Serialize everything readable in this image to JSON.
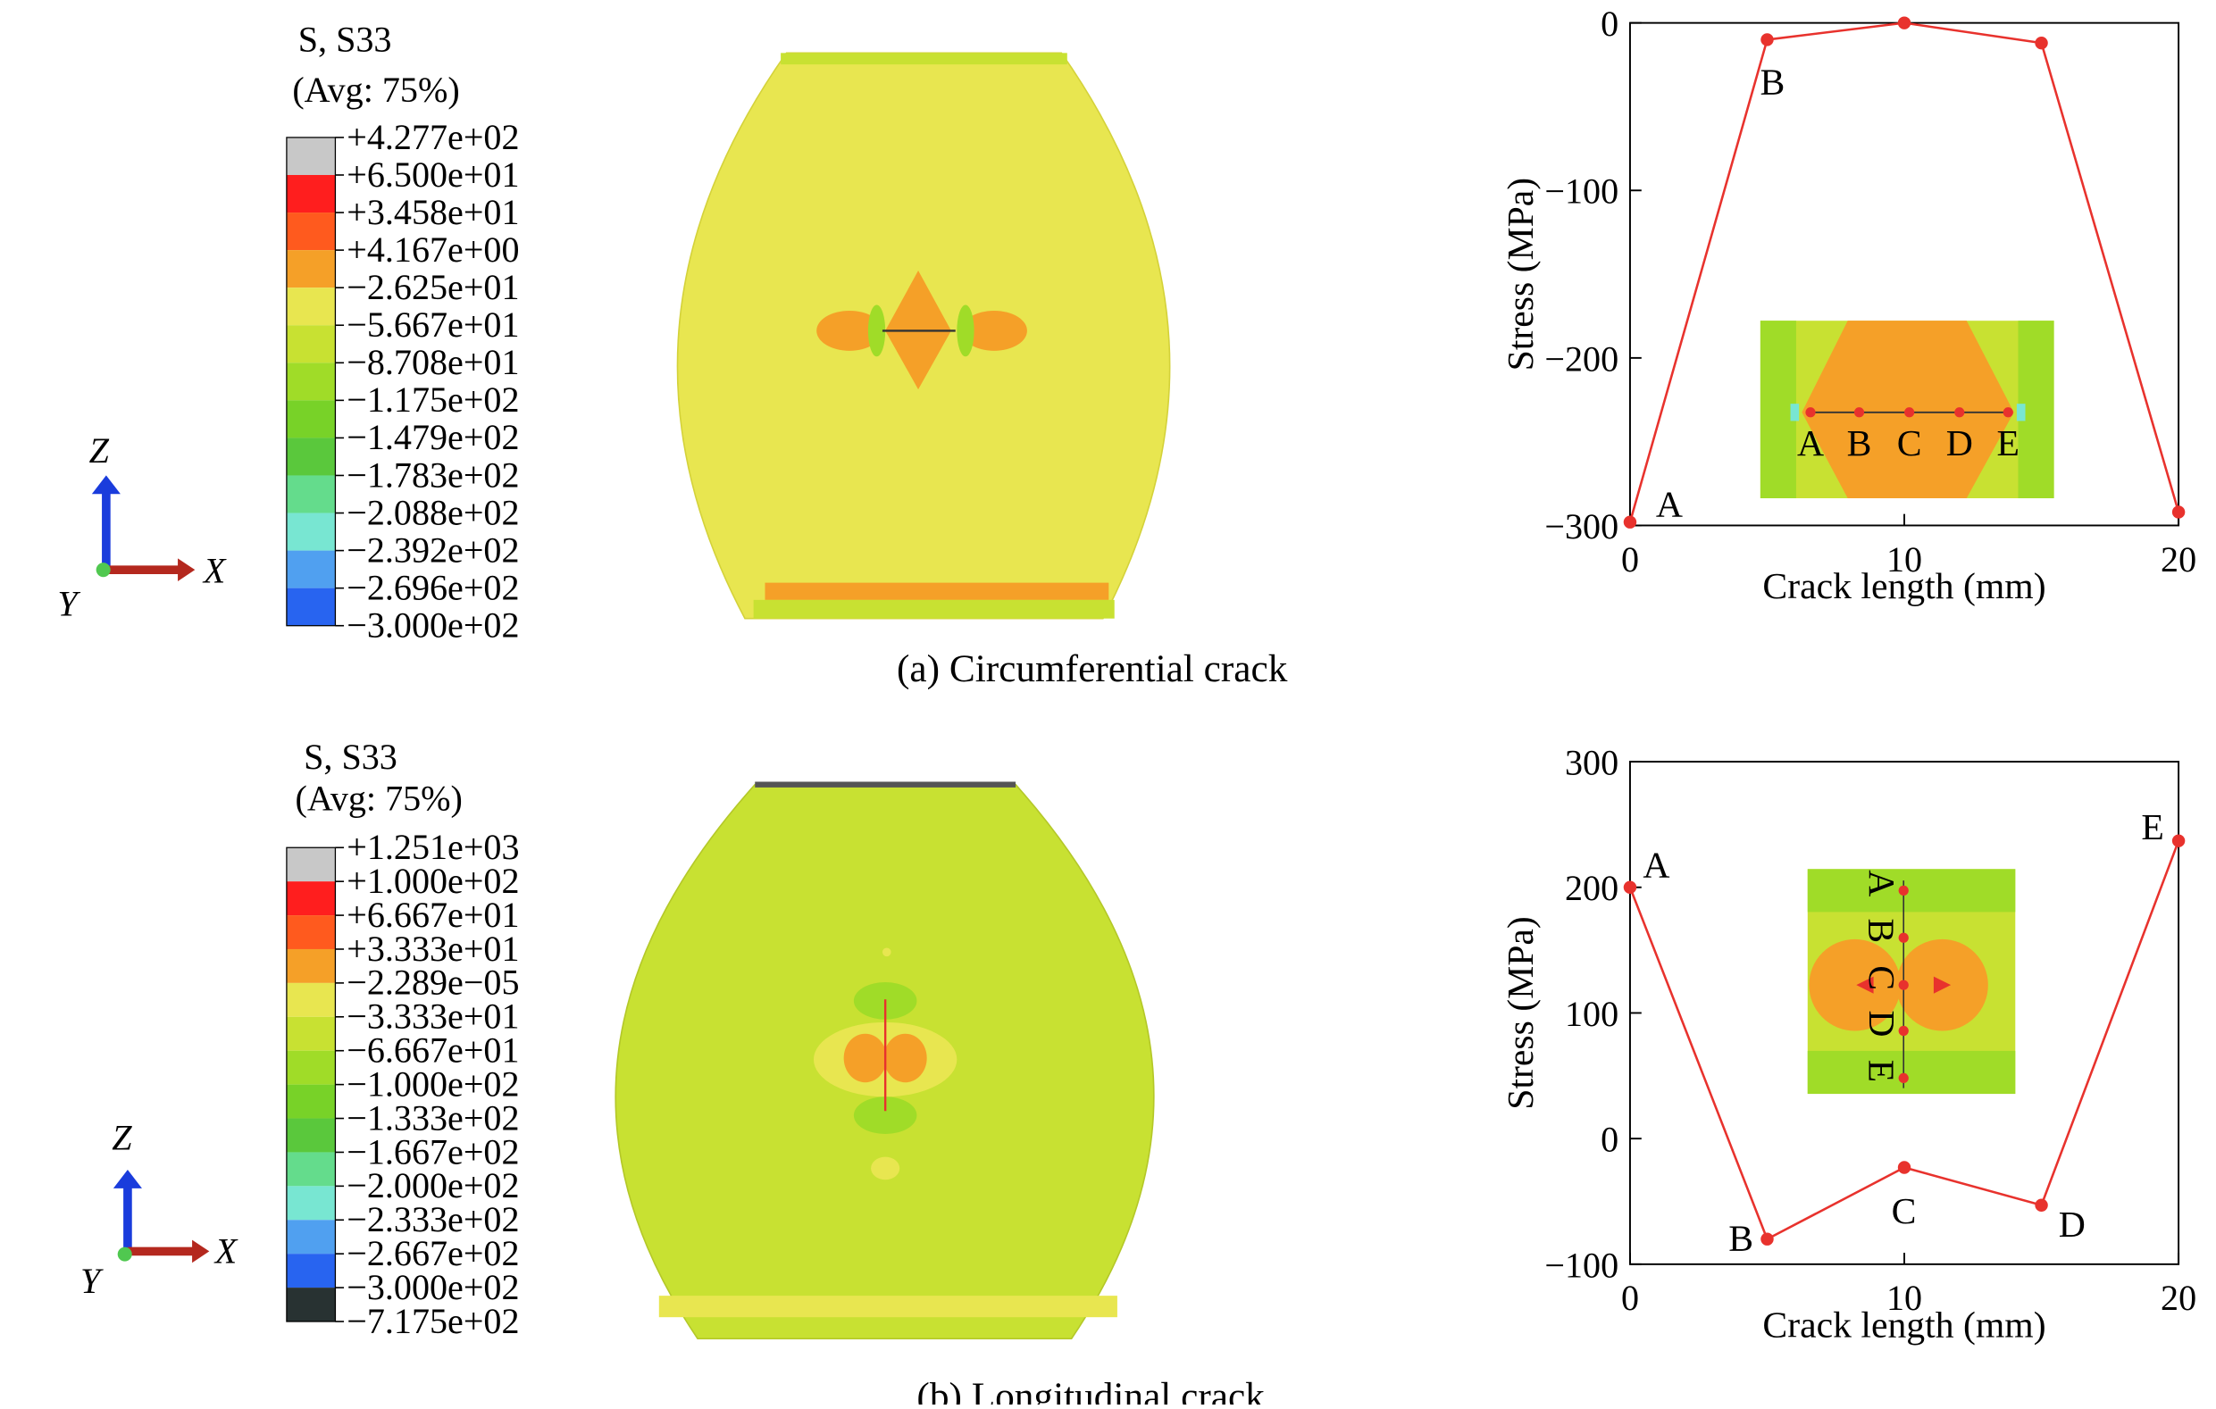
{
  "panels": [
    {
      "caption": "(a) Circumferential crack",
      "legend": {
        "title_line1": "S, S33",
        "title_line2": "(Avg: 75%)",
        "labels": [
          "+4.277e+02",
          "+6.500e+01",
          "+3.458e+01",
          "+4.167e+00",
          "−2.625e+01",
          "−5.667e+01",
          "−8.708e+01",
          "−1.175e+02",
          "−1.479e+02",
          "−1.783e+02",
          "−2.088e+02",
          "−2.392e+02",
          "−2.696e+02",
          "−3.000e+02"
        ]
      },
      "triad": {
        "z": "Z",
        "x": "X",
        "y": "Y"
      }
    },
    {
      "caption": "(b) Longitudinal crack",
      "legend": {
        "title_line1": "S, S33",
        "title_line2": "(Avg: 75%)",
        "labels": [
          "+1.251e+03",
          "+1.000e+02",
          "+6.667e+01",
          "+3.333e+01",
          "−2.289e−05",
          "−3.333e+01",
          "−6.667e+01",
          "−1.000e+02",
          "−1.333e+02",
          "−1.667e+02",
          "−2.000e+02",
          "−2.333e+02",
          "−2.667e+02",
          "−3.000e+02",
          "−7.175e+02"
        ]
      },
      "triad": {
        "z": "Z",
        "x": "X",
        "y": "Y"
      }
    }
  ],
  "contour_colors": [
    "#c8c8c8",
    "#ff1e1e",
    "#ff5a1e",
    "#f5a028",
    "#e8e650",
    "#c8e132",
    "#a0dc28",
    "#78d228",
    "#5ac83c",
    "#64dc8c",
    "#78e6d2",
    "#50a0f0",
    "#2864f0",
    "#283232"
  ],
  "inset_labels": [
    "A",
    "B",
    "C",
    "D",
    "E"
  ],
  "chart_data": [
    {
      "type": "line",
      "xlabel": "Crack length (mm)",
      "ylabel": "Stress (MPa)",
      "xlim": [
        0,
        20
      ],
      "ylim": [
        -300,
        0
      ],
      "xticks": [
        0,
        10,
        20
      ],
      "yticks": [
        0,
        -100,
        -200,
        -300
      ],
      "x": [
        0,
        5,
        10,
        15,
        20
      ],
      "y": [
        -298,
        -10,
        0,
        -12,
        -292
      ],
      "point_labels": [
        "A",
        "B",
        "",
        "",
        ""
      ],
      "color": "#e8322d"
    },
    {
      "type": "line",
      "xlabel": "Crack length (mm)",
      "ylabel": "Stress (MPa)",
      "xlim": [
        0,
        20
      ],
      "ylim": [
        -100,
        300
      ],
      "xticks": [
        0,
        10,
        20
      ],
      "yticks": [
        -100,
        0,
        100,
        200,
        300
      ],
      "x": [
        0,
        5,
        10,
        15,
        20
      ],
      "y": [
        200,
        -80,
        -23,
        -53,
        237
      ],
      "point_labels": [
        "A",
        "B",
        "C",
        "D",
        "E"
      ],
      "color": "#e8322d"
    }
  ]
}
